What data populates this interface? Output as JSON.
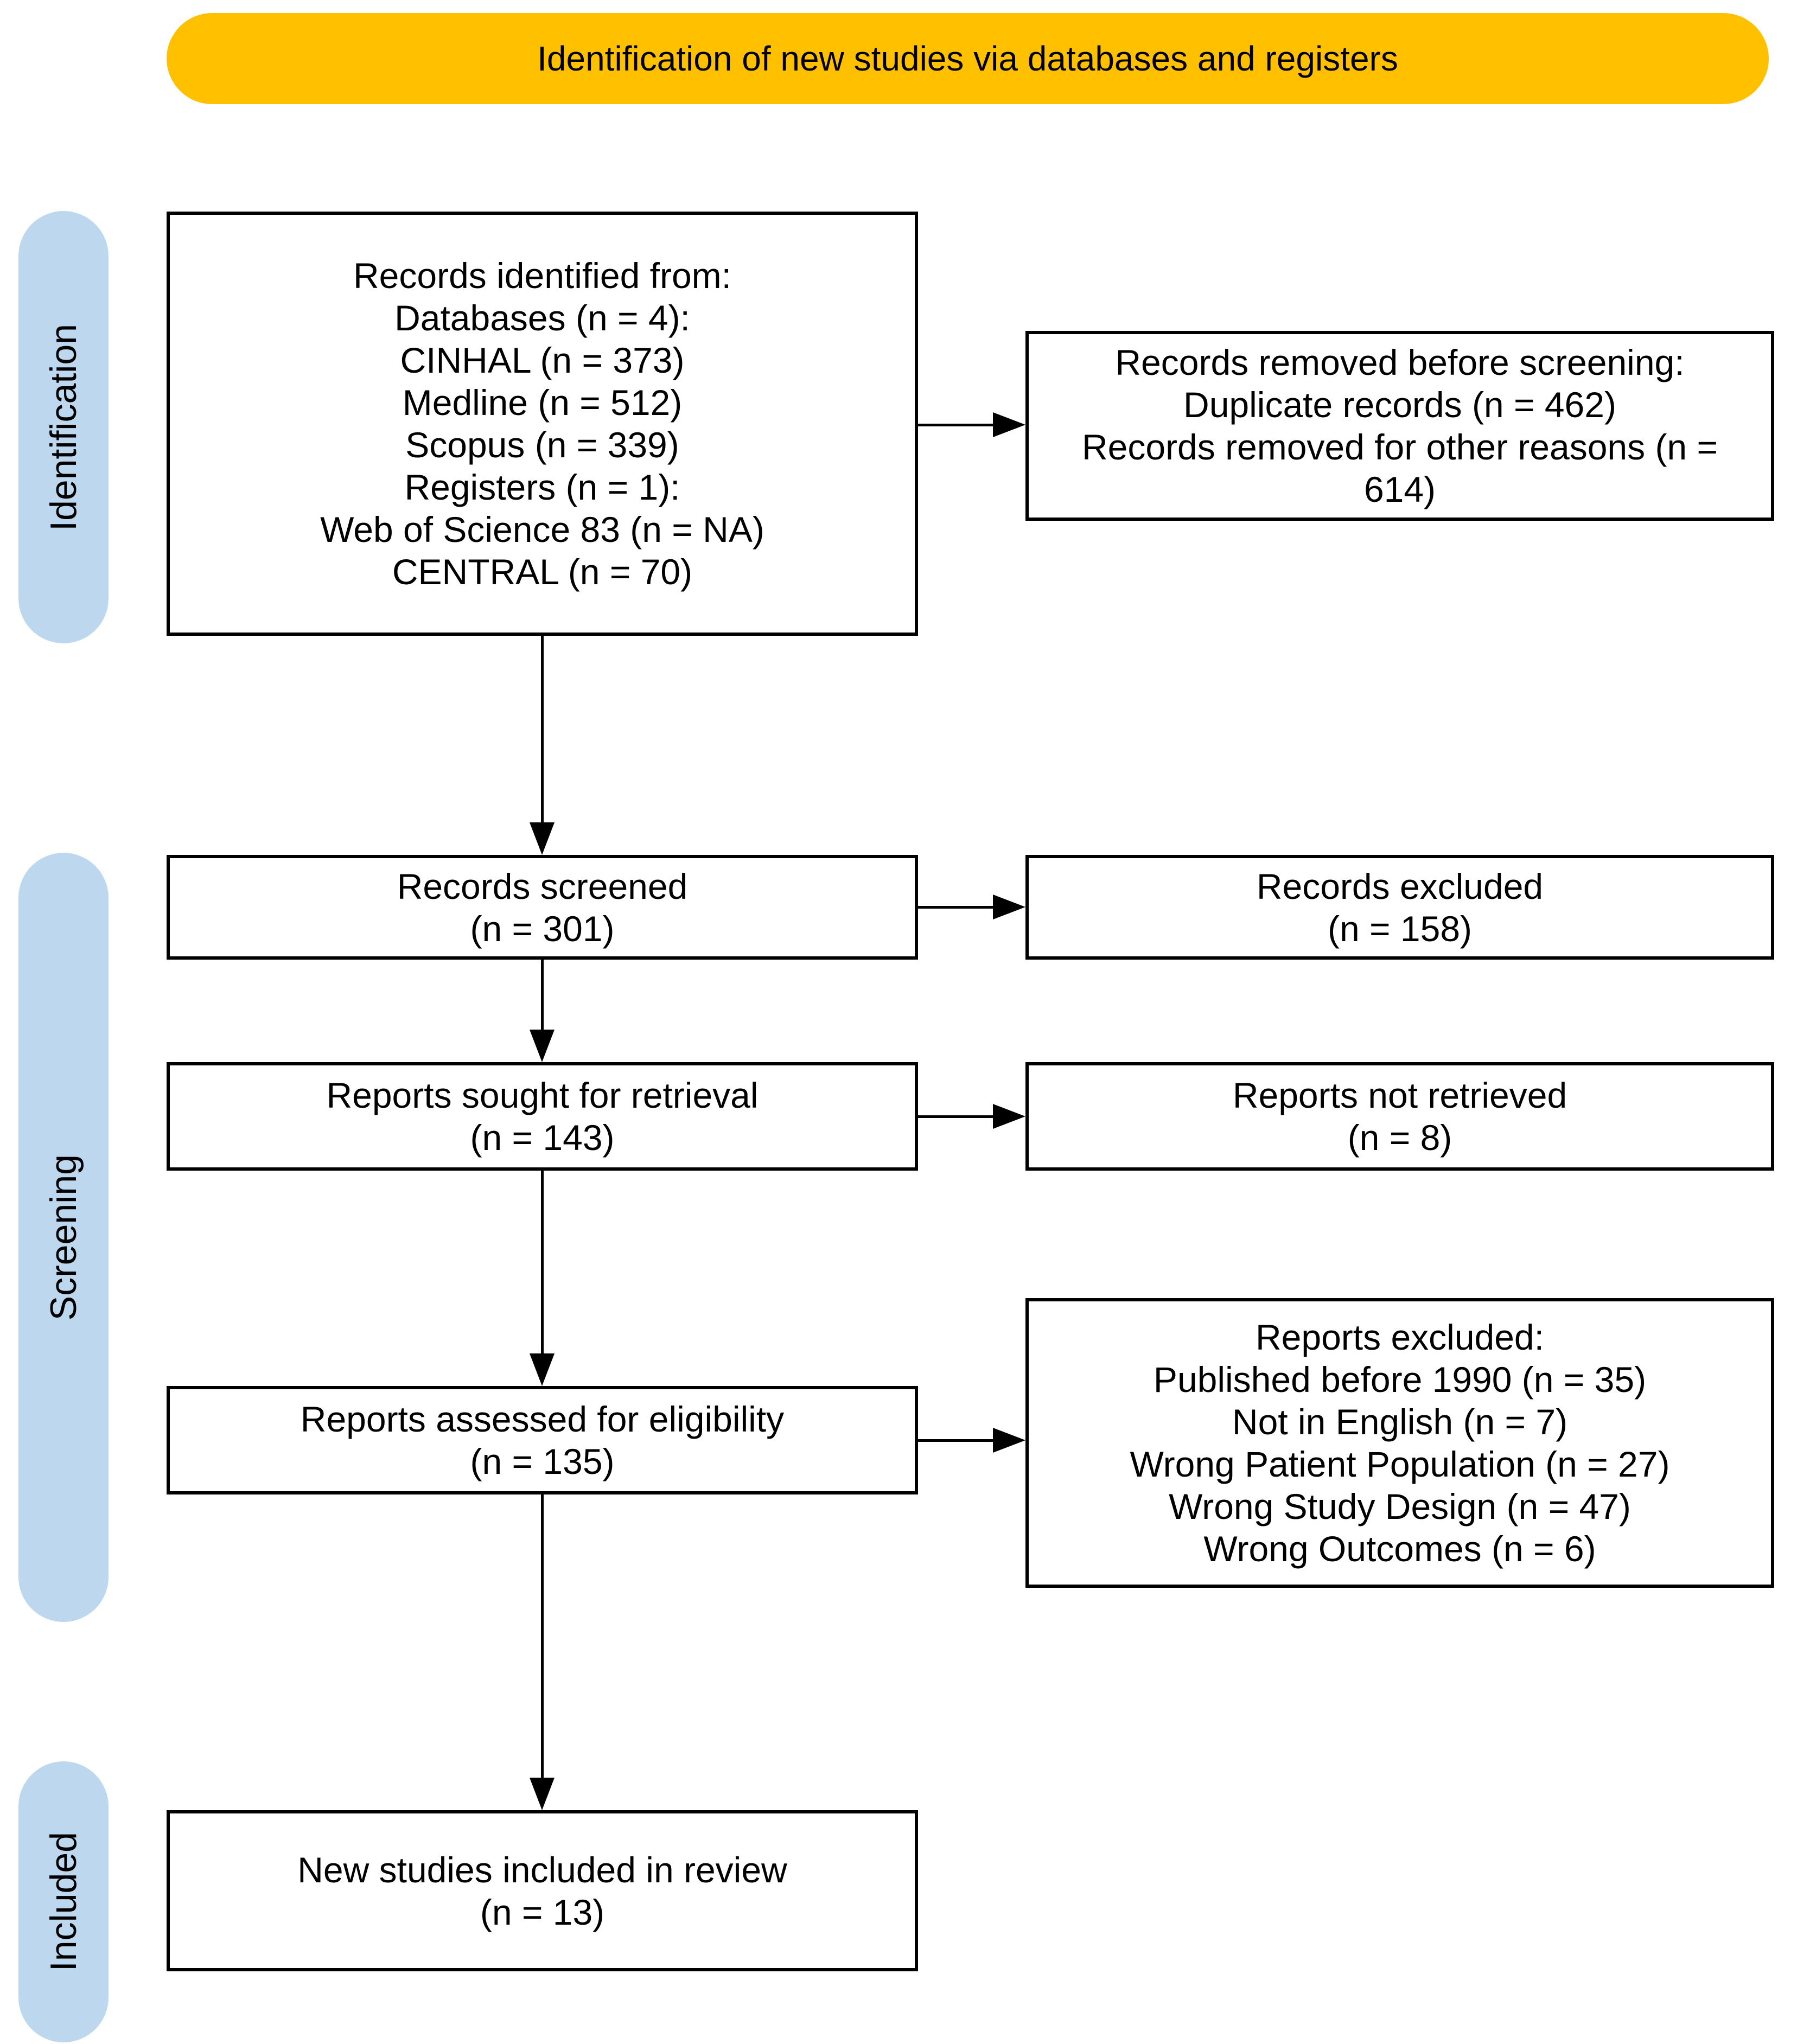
{
  "banner": {
    "label": "Identification of new studies via databases and registers"
  },
  "stages": [
    {
      "label": "Identification"
    },
    {
      "label": "Screening"
    },
    {
      "label": "Included"
    }
  ],
  "boxes": {
    "records_identified": {
      "lines": [
        "Records identified from:",
        "Databases (n = 4):",
        "CINHAL (n = 373)",
        "Medline (n = 512)",
        "Scopus (n = 339)",
        "Registers (n = 1):",
        "Web of Science 83 (n = NA)",
        "CENTRAL (n = 70)"
      ]
    },
    "records_removed": {
      "lines": [
        "Records removed before screening:",
        "Duplicate records (n = 462)",
        "Records removed for other reasons (n = 614)"
      ]
    },
    "records_screened": {
      "lines": [
        "Records screened",
        "(n = 301)"
      ]
    },
    "records_excluded": {
      "lines": [
        "Records excluded",
        "(n = 158)"
      ]
    },
    "reports_sought": {
      "lines": [
        "Reports sought for retrieval",
        "(n = 143)"
      ]
    },
    "reports_not_retrieved": {
      "lines": [
        "Reports not retrieved",
        "(n = 8)"
      ]
    },
    "reports_assessed": {
      "lines": [
        "Reports assessed for eligibility",
        "(n = 135)"
      ]
    },
    "reports_excluded": {
      "lines": [
        "Reports excluded:",
        "Published before 1990 (n = 35)",
        "Not in English (n = 7)",
        "Wrong Patient Population (n = 27)",
        "Wrong Study Design (n = 47)",
        "Wrong Outcomes (n = 6)"
      ]
    },
    "new_studies_included": {
      "lines": [
        "New studies included in review",
        "(n = 13)"
      ]
    }
  },
  "colors": {
    "banner_bg": "#FFC000",
    "stage_bg": "#BDD7EE",
    "box_border": "#000000",
    "arrow": "#000000",
    "background": "#FFFFFF"
  }
}
